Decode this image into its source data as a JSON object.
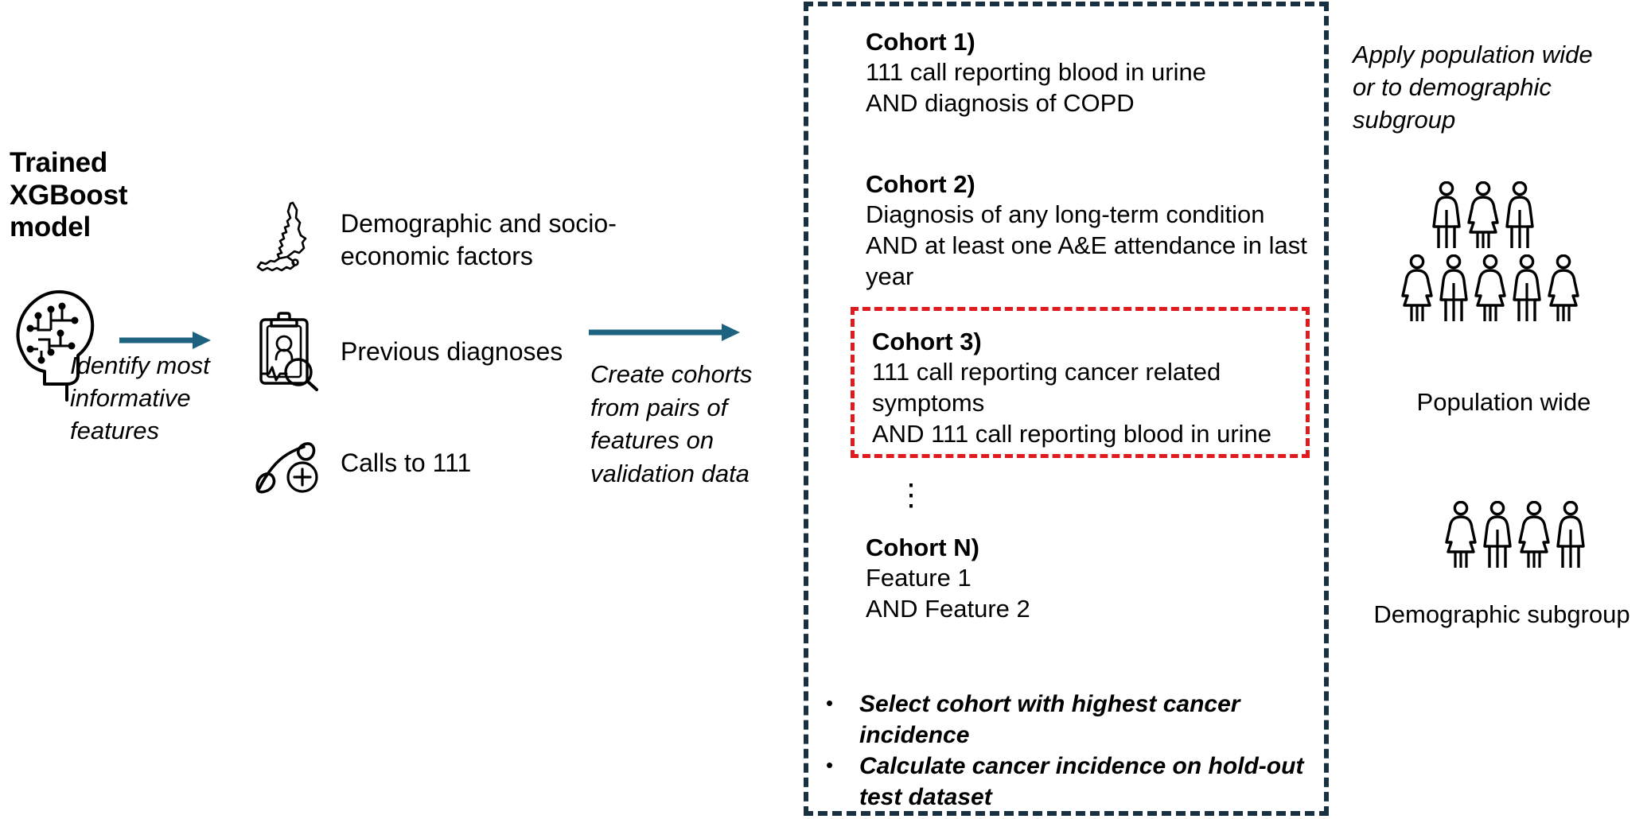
{
  "stage1": {
    "title": "Trained\nXGBoost\nmodel",
    "title_lines": [
      "Trained",
      "XGBoost",
      "model"
    ],
    "icon": "brain-head-icon",
    "arrow_label": "Identify most informative features",
    "arrow_label_lines": [
      "Identify most",
      "informative",
      "features"
    ],
    "arrow_color": "#1d627f"
  },
  "stage2": {
    "features": [
      {
        "icon": "england-map-icon",
        "label": "Demographic and socio-economic factors",
        "lines": [
          "Demographic and socio-",
          "economic factors"
        ]
      },
      {
        "icon": "clipboard-patient-record-icon",
        "label": "Previous diagnoses",
        "lines": [
          "Previous diagnoses"
        ]
      },
      {
        "icon": "telephone-medical-icon",
        "label": "Calls to 111",
        "lines": [
          "Calls to 111"
        ]
      }
    ]
  },
  "stage3": {
    "arrow_label": "Create cohorts from pairs of features on validation data",
    "arrow_label_lines": [
      "Create cohorts",
      "from pairs of",
      "features on",
      "validation data"
    ],
    "arrow_color": "#1d627f"
  },
  "cohort_panel": {
    "border_color": "#18303f",
    "highlight_color": "#e01b20",
    "ellipsis": "⋮",
    "cohorts": [
      {
        "title": "Cohort 1)",
        "lines": [
          "111 call reporting blood in urine",
          "AND diagnosis of COPD"
        ],
        "highlighted": false
      },
      {
        "title": "Cohort 2)",
        "lines": [
          "Diagnosis of any long-term condition",
          "AND at least one A&E attendance in last year"
        ],
        "highlighted": false
      },
      {
        "title": "Cohort 3)",
        "lines": [
          "111 call reporting cancer related symptoms",
          "AND 111 call reporting blood in urine"
        ],
        "highlighted": true
      },
      {
        "title": "Cohort N)",
        "lines": [
          "Feature 1",
          "AND Feature 2"
        ],
        "highlighted": false
      }
    ],
    "bullets": [
      "Select cohort with highest cancer incidence",
      "Calculate cancer incidence on hold-out test dataset"
    ],
    "bullet_marker": "•"
  },
  "right": {
    "apply_note": "Apply population wide or to demographic subgroup",
    "apply_note_lines": [
      "Apply population wide",
      "or to demographic subgroup"
    ],
    "population": {
      "label": "Population wide",
      "row1": [
        "man",
        "woman",
        "man"
      ],
      "row2": [
        "woman",
        "man",
        "woman",
        "man",
        "woman"
      ],
      "count": 8
    },
    "subgroup": {
      "label": "Demographic subgroup",
      "row1": [
        "woman",
        "man",
        "woman",
        "man"
      ],
      "count": 4
    }
  }
}
